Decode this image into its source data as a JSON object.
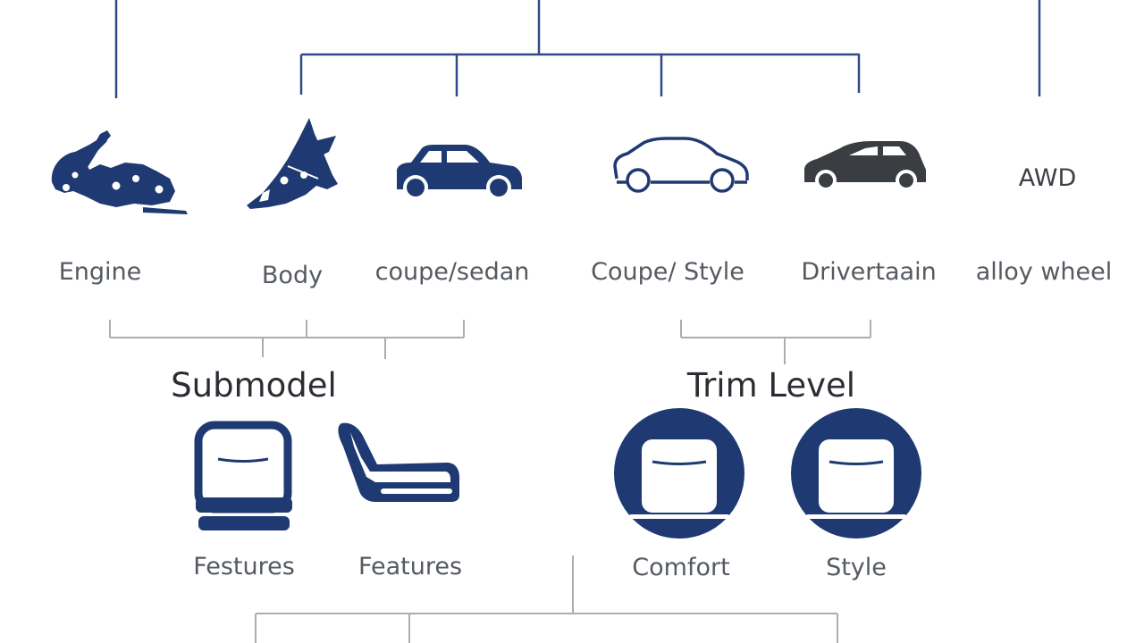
{
  "colors": {
    "navy": "#1f3a72",
    "connector_top": "#2f4a86",
    "connector_bottom": "#a9adb4",
    "dark_gray": "#3a3d42",
    "label_text": "#555a61"
  },
  "top_row": [
    {
      "icon": "engine-icon",
      "label": "Engine"
    },
    {
      "icon": "body-icon",
      "label": "Body"
    },
    {
      "icon": "car-solid-icon",
      "label": "coupe/sedan"
    },
    {
      "icon": "car-outline-icon",
      "label": "Coupe/ Style"
    },
    {
      "icon": "hatchback-icon",
      "label": "Drivertaain"
    },
    {
      "icon_text": "AWD",
      "label": "alloy wheel"
    }
  ],
  "groups": {
    "submodel": "Submodel",
    "trim_level": "Trim Level"
  },
  "bottom_row": [
    {
      "icon": "seat-front-icon",
      "label": "Festures"
    },
    {
      "icon": "seat-side-icon",
      "label": "Features"
    },
    {
      "icon": "comfort-seat-circle-icon",
      "label": "Comfort"
    },
    {
      "icon": "style-seat-circle-icon",
      "label": "Style"
    }
  ]
}
